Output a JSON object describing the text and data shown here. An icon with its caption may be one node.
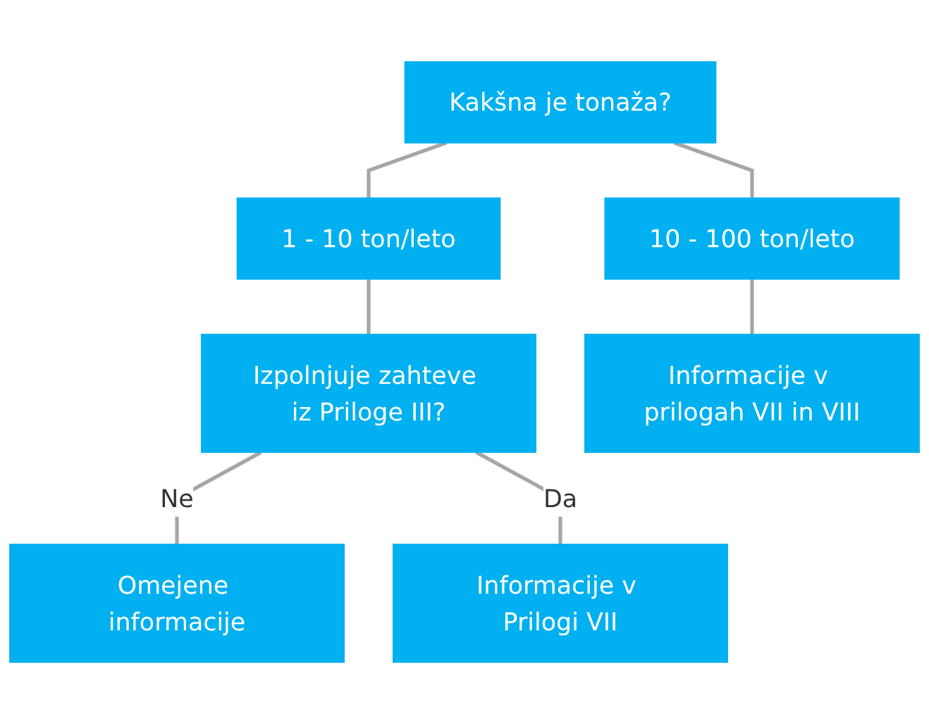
{
  "diagram": {
    "nodes": [
      {
        "text": [
          "Kakšna je tonaža?"
        ]
      },
      {
        "text": [
          "1 - 10 ton/leto"
        ]
      },
      {
        "text": [
          "10 - 100 ton/leto"
        ]
      },
      {
        "text": [
          "Izpolnjuje zahteve iz Priloge III?"
        ]
      },
      {
        "text": [
          "Omejene informacije"
        ]
      },
      {
        "text": [
          "Informacije v Prilogi VII"
        ]
      },
      {
        "text": [
          "Informacije v prilogah VII in VIII"
        ]
      }
    ],
    "edges": [
      {
        "from": 0,
        "to": 1,
        "arrow": "none"
      },
      {
        "from": 0,
        "to": 2,
        "arrow": "none"
      },
      {
        "from": 1,
        "to": 3,
        "arrow": "none"
      },
      {
        "from": 3,
        "to": 4,
        "arrow": "none",
        "label": "Ne"
      },
      {
        "from": 3,
        "to": 5,
        "arrow": "none",
        "label": "Da"
      },
      {
        "from": 2,
        "to": 6,
        "arrow": "none"
      }
    ]
  }
}
